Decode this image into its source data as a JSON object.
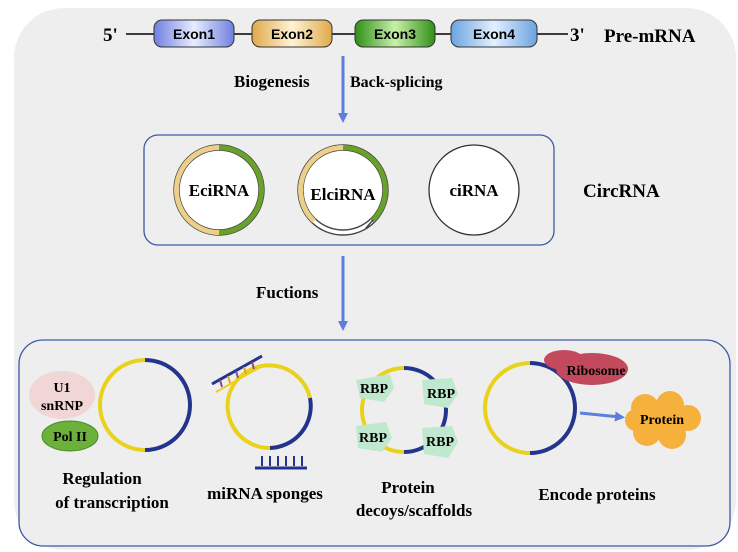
{
  "colors": {
    "panel_bg": "#eeeeee",
    "box_border": "#3d57a8",
    "arrow": "#5b7ee0",
    "exon1": "#7f8fe6",
    "exon2": "#e6b760",
    "exon3": "#3d9a22",
    "exon4": "#7fb2e6",
    "ring_yellow": "#e8d21c",
    "ring_navy": "#23348c",
    "ring_green": "#6aa12a",
    "ring_tan": "#ecd08a",
    "rbp": "#bfe8cf",
    "ribosome": "#c24a5c",
    "protein": "#f5b13c",
    "u1": "#f1d6d6",
    "pol2": "#6cb13a"
  },
  "pre_mrna": {
    "five_prime": "5'",
    "three_prime": "3'",
    "label": "Pre-mRNA",
    "exons": [
      "Exon1",
      "Exon2",
      "Exon3",
      "Exon4"
    ]
  },
  "biogenesis": {
    "label": "Biogenesis",
    "sub_label": "Back-splicing"
  },
  "circrna": {
    "label": "CircRNA",
    "types": [
      "EciRNA",
      "ElciRNA",
      "ciRNA"
    ]
  },
  "functions": {
    "label": "Fuctions",
    "captions": {
      "regulation": [
        "Regulation",
        "of transcription"
      ],
      "sponges": "miRNA sponges",
      "decoys": [
        "Protein",
        "decoys/scaffolds"
      ],
      "encode": "Encode proteins"
    },
    "u1": [
      "U1",
      "snRNP"
    ],
    "pol2": "Pol II",
    "rbp": "RBP",
    "ribosome": "Ribosome",
    "protein": "Protein"
  }
}
